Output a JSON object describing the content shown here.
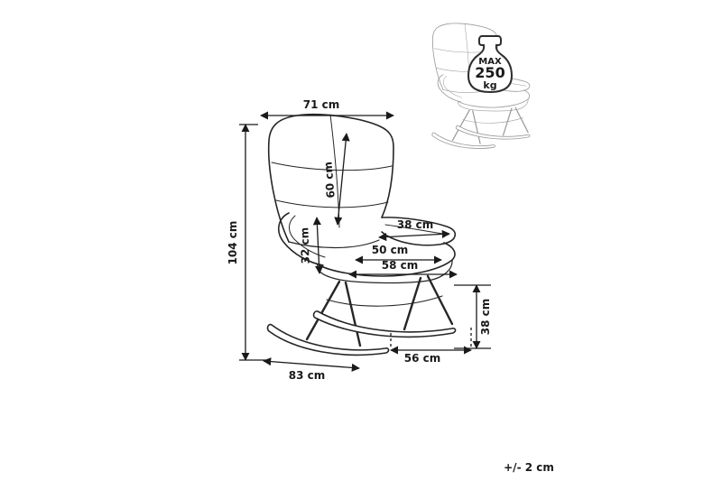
{
  "diagram": {
    "labels": {
      "width_top": "71 cm",
      "height_total": "104 cm",
      "backrest_height": "60 cm",
      "armrest_height": "32 cm",
      "armrest_depth": "38 cm",
      "seat_width": "50 cm",
      "seat_width_outer": "58 cm",
      "seat_height": "38 cm",
      "base_width": "56 cm",
      "rocker_length": "83 cm"
    },
    "max_load_badge": {
      "line1": "MAX",
      "line2": "250",
      "line3": "kg"
    },
    "tolerance_note": "+/- 2 cm",
    "colors": {
      "main_line": "#262626",
      "inset_line": "#9b9b9b"
    }
  }
}
